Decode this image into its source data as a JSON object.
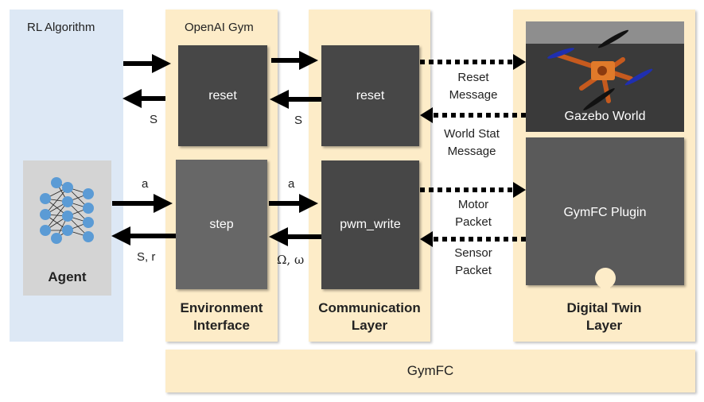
{
  "panels": {
    "rl_algorithm": "RL Algorithm",
    "openai_gym": "OpenAI Gym",
    "gymfc": "GymFC"
  },
  "agent": {
    "label": "Agent"
  },
  "environment_interface": {
    "line1": "Environment",
    "line2": "Interface",
    "reset": "reset",
    "step": "step"
  },
  "communication_layer": {
    "line1": "Communication",
    "line2": "Layer",
    "reset": "reset",
    "pwm_write": "pwm_write"
  },
  "digital_twin": {
    "line1": "Digital Twin",
    "line2": "Layer",
    "gazebo_world": "Gazebo World",
    "plugin": "GymFC Plugin"
  },
  "arrows": {
    "s_left": "S",
    "s_mid": "S",
    "a_left": "a",
    "a_mid": "a",
    "sr_left": "S, r",
    "omega_mid": "Ω, ω"
  },
  "messages": {
    "reset_line1": "Reset",
    "reset_line2": "Message",
    "world_line1": "World Stat",
    "world_line2": "Message",
    "motor_line1": "Motor",
    "motor_line2": "Packet",
    "sensor_line1": "Sensor",
    "sensor_line2": "Packet"
  }
}
